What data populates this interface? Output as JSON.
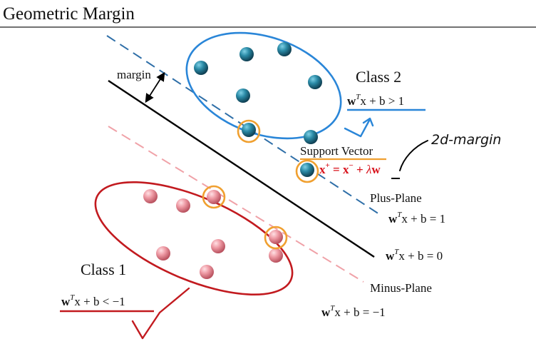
{
  "title": "Geometric Margin",
  "labels": {
    "margin": "margin",
    "class2": "Class 2",
    "class1": "Class 1",
    "support_vector": "Support Vector",
    "plus_plane": "Plus-Plane",
    "minus_plane": "Minus-Plane"
  },
  "equations": {
    "class2": {
      "w": "w",
      "sup": "T",
      "rest": "x + b > 1"
    },
    "plus_plane": {
      "w": "w",
      "sup": "T",
      "rest": "x + b = 1"
    },
    "decision": {
      "w": "w",
      "sup": "T",
      "rest": "x + b = 0"
    },
    "minus_plane": {
      "w": "w",
      "sup": "T",
      "rest": "x + b = −1"
    },
    "class1": {
      "w": "w",
      "sup": "T",
      "rest": "x + b < −1"
    },
    "support": {
      "x": "x",
      "plus": "+",
      "eq": " = ",
      "x2": "x",
      "minus": "−",
      "mid": " + ",
      "lam": "λ",
      "w": "w"
    }
  },
  "annotation": "2d-margin",
  "colors": {
    "class2_ellipse": "#2a86d8",
    "class1_ellipse": "#c21a1f",
    "plus_plane": "#2f6fa8",
    "minus_plane": "#f0a2a8",
    "decision": "#000000",
    "support_ring": "#f0a030",
    "teal_point": "#1f6f86",
    "pink_point": "#e88a96",
    "equation_red": "#d8121b",
    "underline_blue": "#2a86d8",
    "underline_red": "#c21a1f",
    "underline_orange": "#f0a030"
  }
}
